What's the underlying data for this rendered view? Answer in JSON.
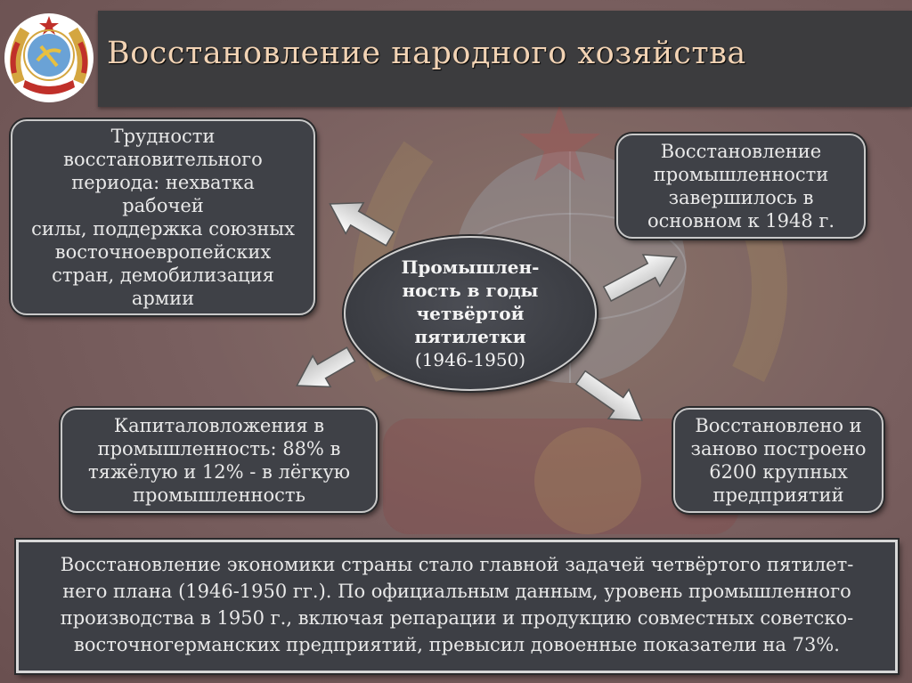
{
  "header": {
    "title": "Восстановление народного хозяйства",
    "logo_icon": "ussr-emblem-icon"
  },
  "boxes": {
    "difficulties": {
      "lines": [
        "Трудности",
        "восстановительного",
        "периода: нехватка рабочей",
        "силы, поддержка союзных",
        "восточноевропейских",
        "стран, демобилизация",
        "армии"
      ]
    },
    "industry_restored": {
      "lines": [
        "Восстановление",
        "промышленности",
        "завершилось в",
        "основном к 1948 г."
      ]
    },
    "investments": {
      "lines": [
        "Капиталовложения в",
        "промышленность: 88% в",
        "тяжёлую и 12% - в лёгкую",
        "промышленность"
      ]
    },
    "enterprises": {
      "lines": [
        "Восстановлено и",
        "заново построено",
        "6200 крупных",
        "предприятий"
      ]
    }
  },
  "center": {
    "lines": [
      "Промышлен-",
      "ность в годы",
      "четвёртой",
      "пятилетки"
    ],
    "years": "(1946-1950)"
  },
  "summary": {
    "lines": [
      "Восстановление экономики страны стало главной задачей четвёртого пятилет-",
      "него плана (1946-1950 гг.). По официальным данным, уровень промышленного",
      "производства в 1950 г., включая репарации и продукцию совместных советско-",
      "восточногерманских предприятий, превысил довоенные показатели на 73%."
    ]
  },
  "colors": {
    "title_text": "#f2d3b4",
    "box_fill": "#3f4147",
    "box_border": "#c9c9c9",
    "background": "#6f5757"
  }
}
